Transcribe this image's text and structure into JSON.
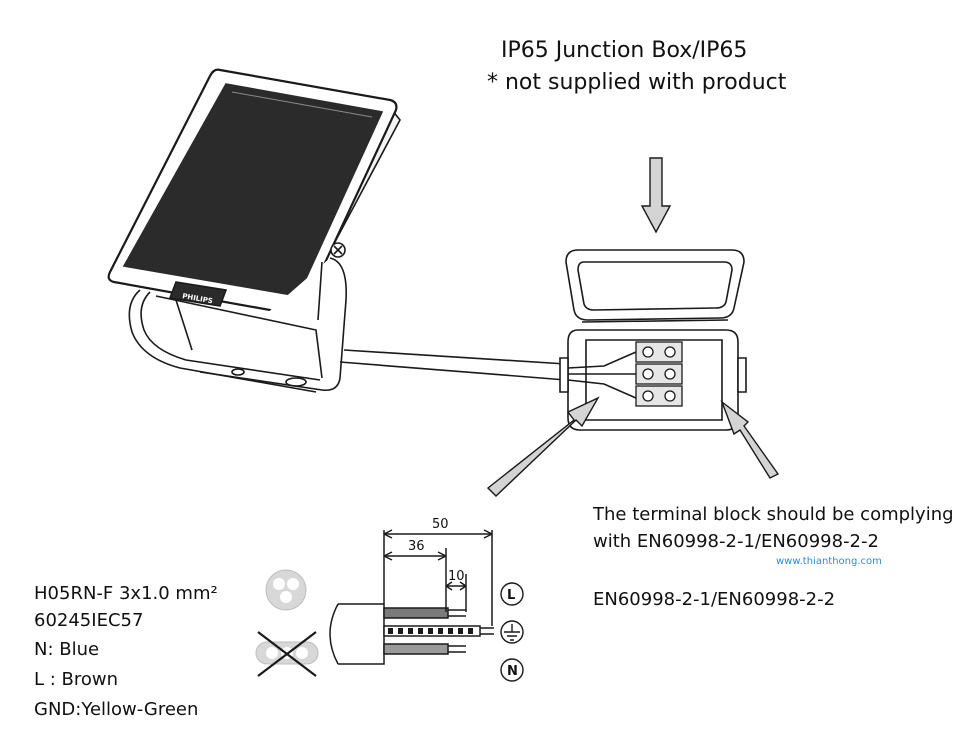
{
  "header": {
    "title": "IP65 Junction Box/IP65",
    "subtitle": "* not supplied with product"
  },
  "terminal_note": {
    "line1": "The terminal block should be complying",
    "line2": "with EN60998-2-1/EN60998-2-2"
  },
  "standard": "EN60998-2-1/EN60998-2-2",
  "watermark": "www.thianthong.com",
  "cable": {
    "spec_line1": "H05RN-F 3x1.0 mm²",
    "spec_line2": "60245IEC57",
    "neutral": "N: Blue",
    "live": "L : Brown",
    "ground": "GND:Yellow-Green"
  },
  "dimensions": {
    "outer": "50",
    "middle": "36",
    "inner": "10"
  },
  "symbols": {
    "live": "L",
    "neutral": "N"
  },
  "logo": "PHILIPS",
  "colors": {
    "line": "#1a1a1a",
    "arrow_fill": "#d4d4d4",
    "panel": "#2b2b2b",
    "terminal": "#e6e6e6"
  }
}
